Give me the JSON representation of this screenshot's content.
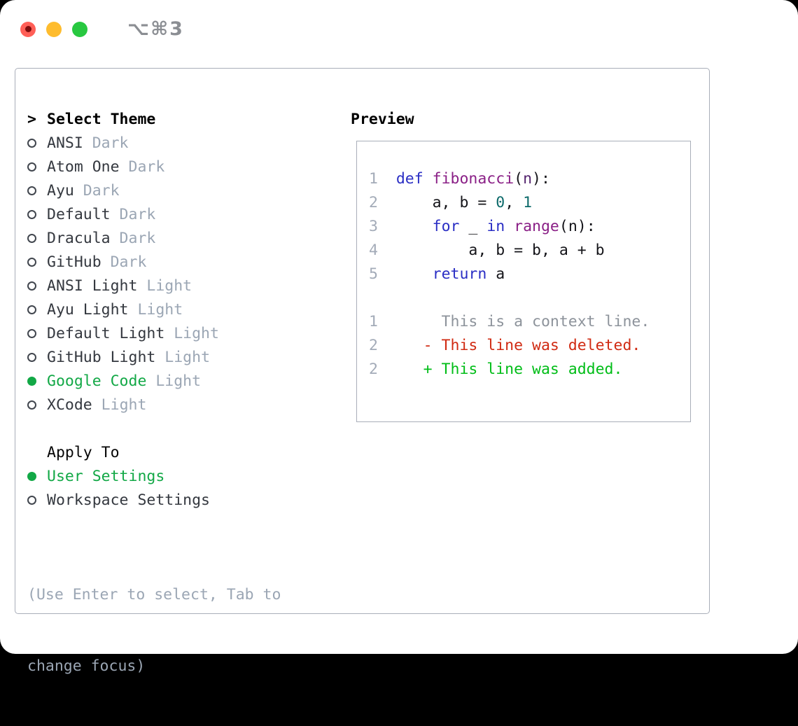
{
  "window": {
    "title": "⌥⌘3",
    "traffic_lights": {
      "close": "red",
      "minimize": "yellow",
      "zoom": "green"
    }
  },
  "theme_panel": {
    "header": {
      "prefix": ">",
      "label": "Select Theme"
    },
    "items": [
      {
        "name": "ANSI",
        "variant": "Dark",
        "selected": false
      },
      {
        "name": "Atom One",
        "variant": "Dark",
        "selected": false
      },
      {
        "name": "Ayu",
        "variant": "Dark",
        "selected": false
      },
      {
        "name": "Default",
        "variant": "Dark",
        "selected": false
      },
      {
        "name": "Dracula",
        "variant": "Dark",
        "selected": false
      },
      {
        "name": "GitHub",
        "variant": "Dark",
        "selected": false
      },
      {
        "name": "ANSI Light",
        "variant": "Light",
        "selected": false
      },
      {
        "name": "Ayu Light",
        "variant": "Light",
        "selected": false
      },
      {
        "name": "Default Light",
        "variant": "Light",
        "selected": false
      },
      {
        "name": "GitHub Light",
        "variant": "Light",
        "selected": false
      },
      {
        "name": "Google Code",
        "variant": "Light",
        "selected": true
      },
      {
        "name": "XCode",
        "variant": "Light",
        "selected": false
      }
    ],
    "apply_to": {
      "header": "Apply To",
      "items": [
        {
          "label": "User Settings",
          "selected": true
        },
        {
          "label": "Workspace Settings",
          "selected": false
        }
      ]
    },
    "hint_lines": [
      "(Use Enter to select, Tab to",
      "change focus)"
    ]
  },
  "preview": {
    "header": "Preview",
    "code_lines": [
      [
        [
          "num",
          "1"
        ],
        [
          "plain",
          "  "
        ],
        [
          "kw",
          "def"
        ],
        [
          "plain",
          " "
        ],
        [
          "fn",
          "fibonacci"
        ],
        [
          "plain",
          "("
        ],
        [
          "param",
          "n"
        ],
        [
          "plain",
          "):"
        ]
      ],
      [
        [
          "num",
          "2"
        ],
        [
          "plain",
          "      a, b = "
        ],
        [
          "lit",
          "0"
        ],
        [
          "plain",
          ", "
        ],
        [
          "lit",
          "1"
        ]
      ],
      [
        [
          "num",
          "3"
        ],
        [
          "plain",
          "      "
        ],
        [
          "kw",
          "for"
        ],
        [
          "plain",
          " _ "
        ],
        [
          "kw",
          "in"
        ],
        [
          "plain",
          " "
        ],
        [
          "fn",
          "range"
        ],
        [
          "plain",
          "(n):"
        ]
      ],
      [
        [
          "num",
          "4"
        ],
        [
          "plain",
          "          a, b = b, a + b"
        ]
      ],
      [
        [
          "num",
          "5"
        ],
        [
          "plain",
          "      "
        ],
        [
          "kw",
          "return"
        ],
        [
          "plain",
          " a"
        ]
      ],
      [],
      [
        [
          "num",
          "1"
        ],
        [
          "ctx",
          "       This is a context line."
        ]
      ],
      [
        [
          "num",
          "2"
        ],
        [
          "del",
          "     - This line was deleted."
        ]
      ],
      [
        [
          "num",
          "2"
        ],
        [
          "add",
          "     + This line was added."
        ]
      ]
    ]
  },
  "colors": {
    "selected_green": "#12a846",
    "keyword_blue": "#2a2ec4",
    "function_purple": "#8a1f86",
    "literal_teal": "#0d6a6a",
    "diff_deleted_red": "#d02a12",
    "diff_added_green": "#00bd17",
    "muted_gray": "#9ba6b4",
    "frame_border": "#a9aeb9",
    "traffic_red": "#ff5f57",
    "traffic_yellow": "#febc2e",
    "traffic_green": "#28c840"
  }
}
